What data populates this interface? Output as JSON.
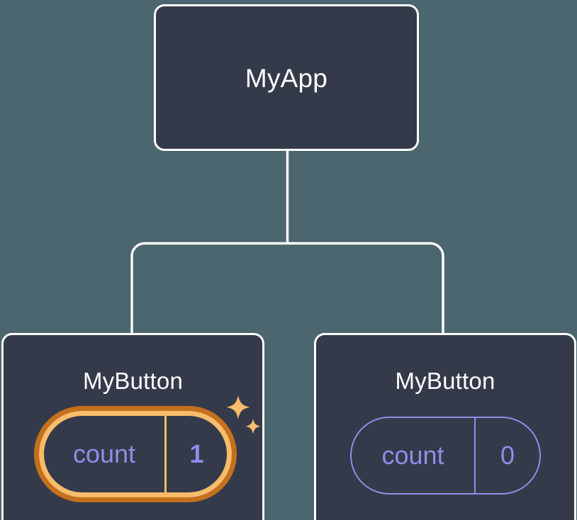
{
  "diagram": {
    "title_text": "MyApp",
    "background_color": "#4c666f",
    "node_fill_color": "#343a4a",
    "node_border_color": "#ffffff",
    "connector_color": "#ffffff",
    "state_color": "#8b8fe8",
    "highlight_outer_color": "#c4701c",
    "highlight_inner_color": "#f8bc6b",
    "sparkle_color": "#f8bc6b"
  },
  "root": {
    "label": "MyApp"
  },
  "children": [
    {
      "label": "MyButton",
      "state": {
        "key": "count",
        "value": "1"
      },
      "highlighted": "true",
      "sparkle_icon": "sparkles-icon"
    },
    {
      "label": "MyButton",
      "state": {
        "key": "count",
        "value": "0"
      },
      "highlighted": "false"
    }
  ]
}
